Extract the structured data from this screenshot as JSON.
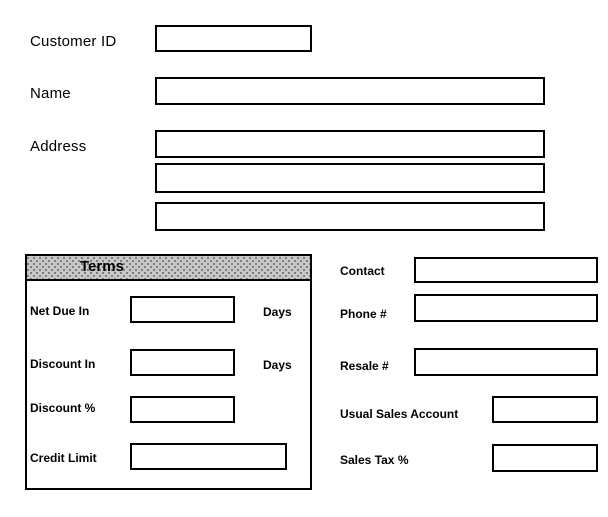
{
  "colors": {
    "background": "#ffffff",
    "border": "#000000",
    "text": "#000000",
    "group_header_bg": "#c8c8c8",
    "group_header_dot": "#6f6f6f"
  },
  "top_section": {
    "customer_id_label": "Customer ID",
    "customer_id_value": "",
    "name_label": "Name",
    "name_value": "",
    "address_label": "Address",
    "address_line1_value": "",
    "address_line2_value": "",
    "address_line3_value": ""
  },
  "terms_group": {
    "title": "Terms",
    "net_due_in_label": "Net Due In",
    "net_due_in_value": "",
    "net_due_in_units": "Days",
    "discount_in_label": "Discount In",
    "discount_in_value": "",
    "discount_in_units": "Days",
    "discount_pct_label": "Discount %",
    "discount_pct_value": "",
    "credit_limit_label": "Credit Limit",
    "credit_limit_value": ""
  },
  "contact_section": {
    "contact_label": "Contact",
    "contact_value": "",
    "phone_label": "Phone #",
    "phone_value": "",
    "resale_label": "Resale #",
    "resale_value": "",
    "usual_sales_account_label": "Usual Sales Account",
    "usual_sales_account_value": "",
    "sales_tax_label": "Sales Tax %",
    "sales_tax_value": ""
  }
}
